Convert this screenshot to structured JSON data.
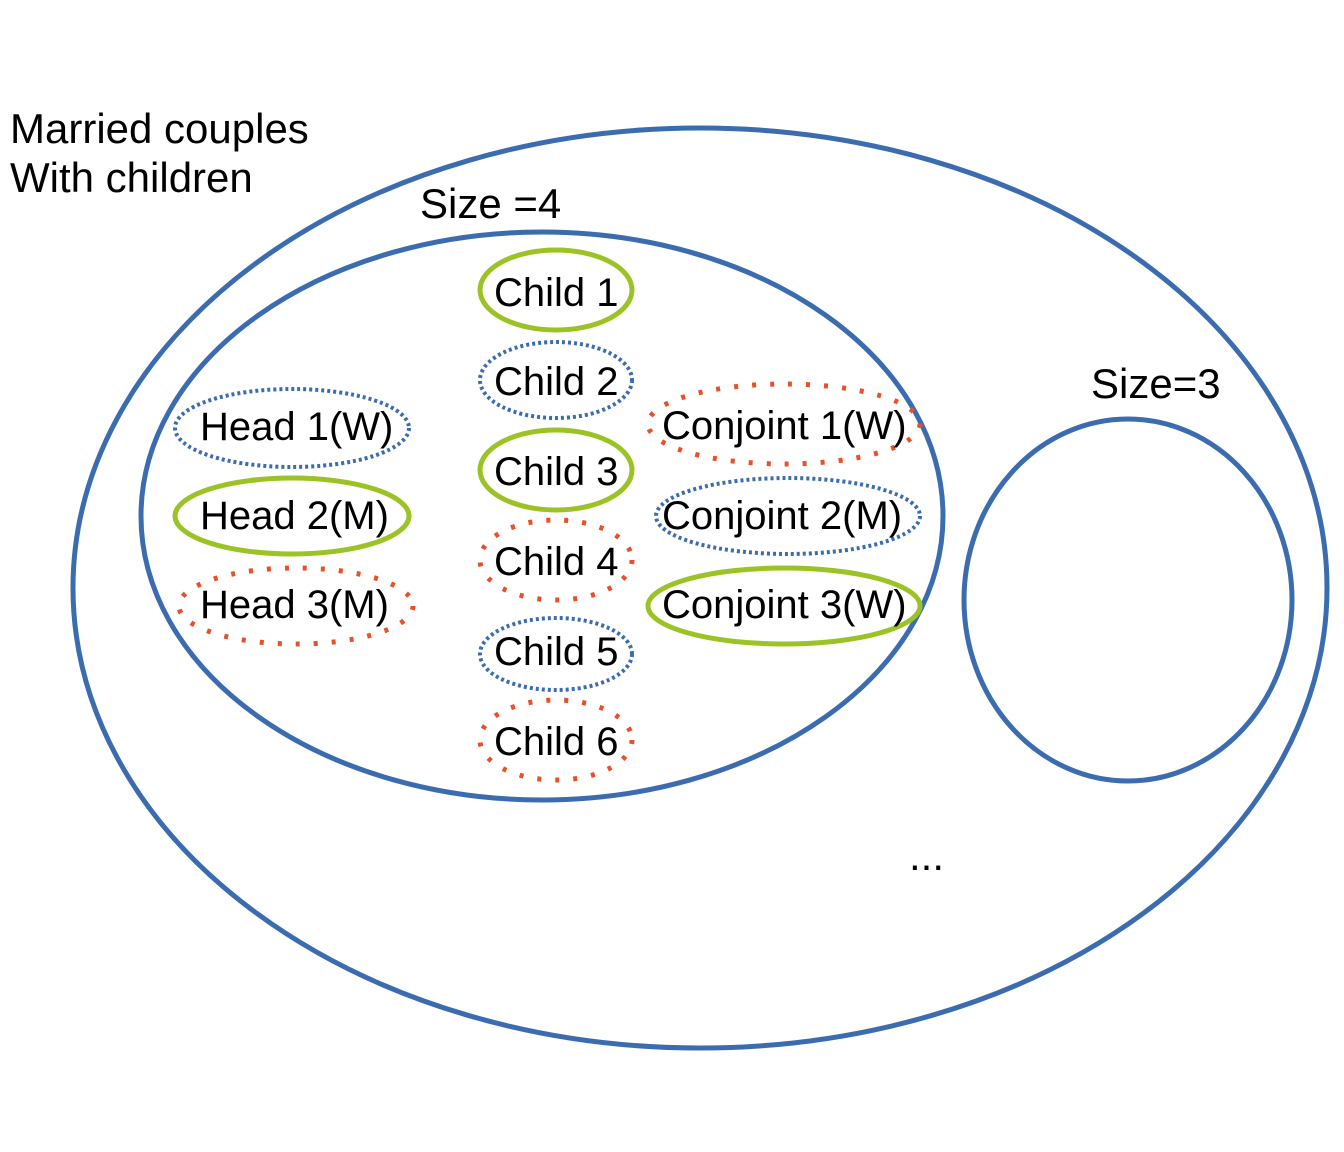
{
  "colors": {
    "main": "#3c6cb0",
    "blue_dotted": "#3c6cb0",
    "green_solid": "#9cc326",
    "orange_dotted": "#e8502a"
  },
  "title_lines": [
    "Married couples",
    "With children"
  ],
  "labels": {
    "size4": "Size =4",
    "size3": "Size=3",
    "ellipsis": "..."
  },
  "heads": [
    "Head 1(W)",
    "Head 2(M)",
    "Head 3(M)"
  ],
  "children": [
    "Child 1",
    "Child 2",
    "Child 3",
    "Child 4",
    "Child 5",
    "Child 6"
  ],
  "conjoints": [
    "Conjoint 1(W)",
    "Conjoint 2(M)",
    "Conjoint 3(W)"
  ]
}
